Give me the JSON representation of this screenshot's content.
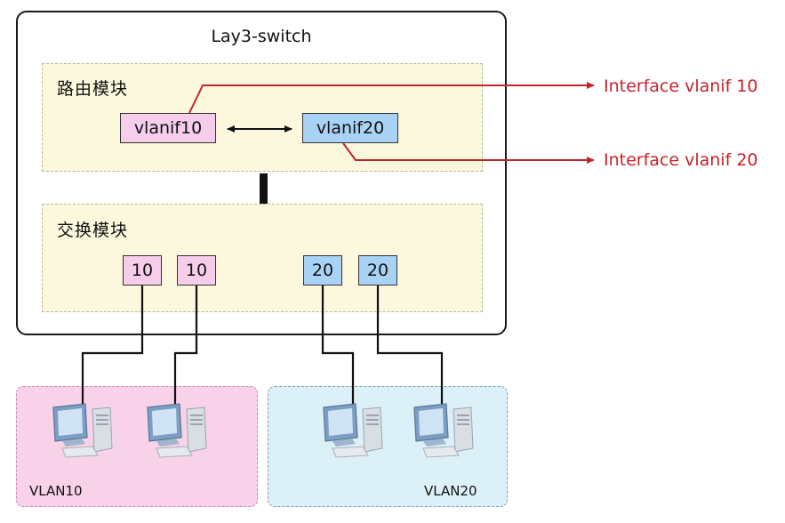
{
  "switch": {
    "title": "Lay3-switch",
    "routing_module_label": "路由模块",
    "switching_module_label": "交换模块",
    "vlanif10_label": "vlanif10",
    "vlanif20_label": "vlanif20",
    "ports": [
      "10",
      "10",
      "20",
      "20"
    ]
  },
  "callouts": [
    "Interface vlanif 10",
    "Interface vlanif 20"
  ],
  "vlans": {
    "vlan10_label": "VLAN10",
    "vlan20_label": "VLAN20"
  },
  "colors": {
    "vlan10": "#f6cdeb",
    "vlan20": "#a9d3f4",
    "callout": "#c3242b",
    "module_bg": "#fbf8dd"
  },
  "icons": [
    "computer-icon"
  ]
}
